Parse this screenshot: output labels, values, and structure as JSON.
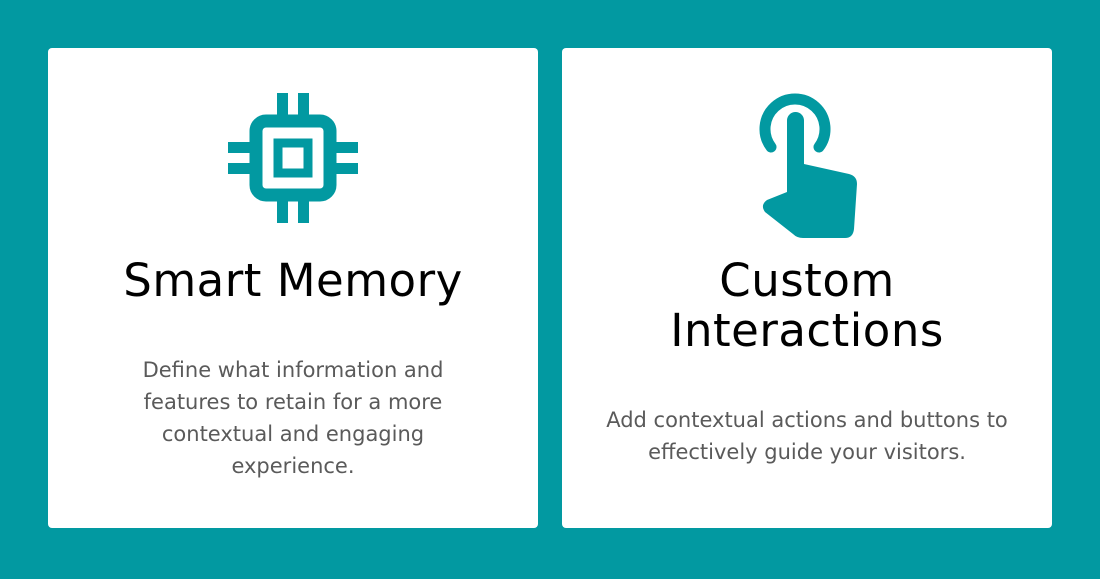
{
  "colors": {
    "background": "#0299a1",
    "accent": "#0299a1",
    "card": "#ffffff",
    "title": "#000000",
    "text": "#5a5a5a"
  },
  "cards": [
    {
      "icon": "chip-icon",
      "title": "Smart Memory",
      "description": "Define what information and features to retain for a more contextual and engaging experience."
    },
    {
      "icon": "touch-icon",
      "title": "Custom Interactions",
      "description": "Add contextual actions and buttons to effectively guide your visitors."
    }
  ]
}
